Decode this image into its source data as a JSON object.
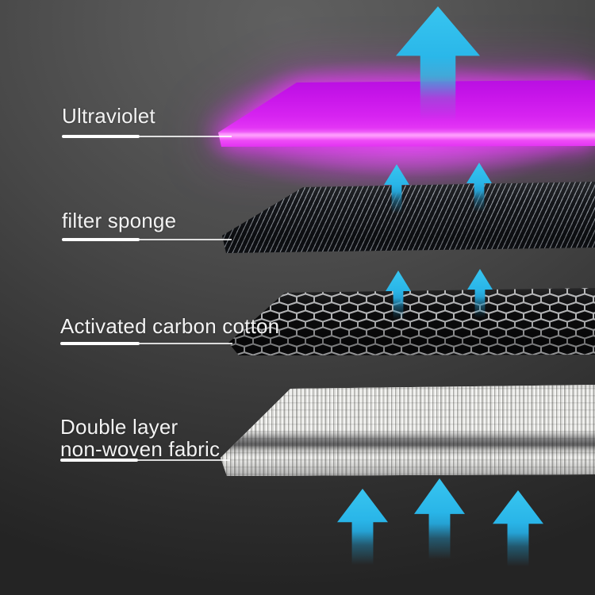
{
  "layers": [
    {
      "name": "ultraviolet",
      "label": "Ultraviolet",
      "appearance": "glowing magenta UV lamp panel"
    },
    {
      "name": "filter-sponge",
      "label": "filter sponge",
      "appearance": "dark slab with fine diagonal stripes"
    },
    {
      "name": "activated-carbon-cotton",
      "label": "Activated carbon cotton",
      "appearance": "black honeycomb mesh slab"
    },
    {
      "name": "double-layer-non-woven-fabric",
      "label_line1": "Double layer",
      "label_line2": "non-woven fabric",
      "appearance": "white pleated double-layer fabric slab"
    }
  ],
  "airflow": {
    "direction": "up",
    "icon": "up-arrow",
    "top_arrows": 1,
    "arrows_above_filter_sponge": 2,
    "arrows_above_activated_carbon": 2,
    "bottom_arrows": 3
  },
  "colors": {
    "arrow_cyan": "#2ab7ea",
    "uv_magenta": "#db2bf2",
    "background_top": "#5d5d5d",
    "background_bottom": "#262626",
    "label_text": "#f3f3f3"
  }
}
